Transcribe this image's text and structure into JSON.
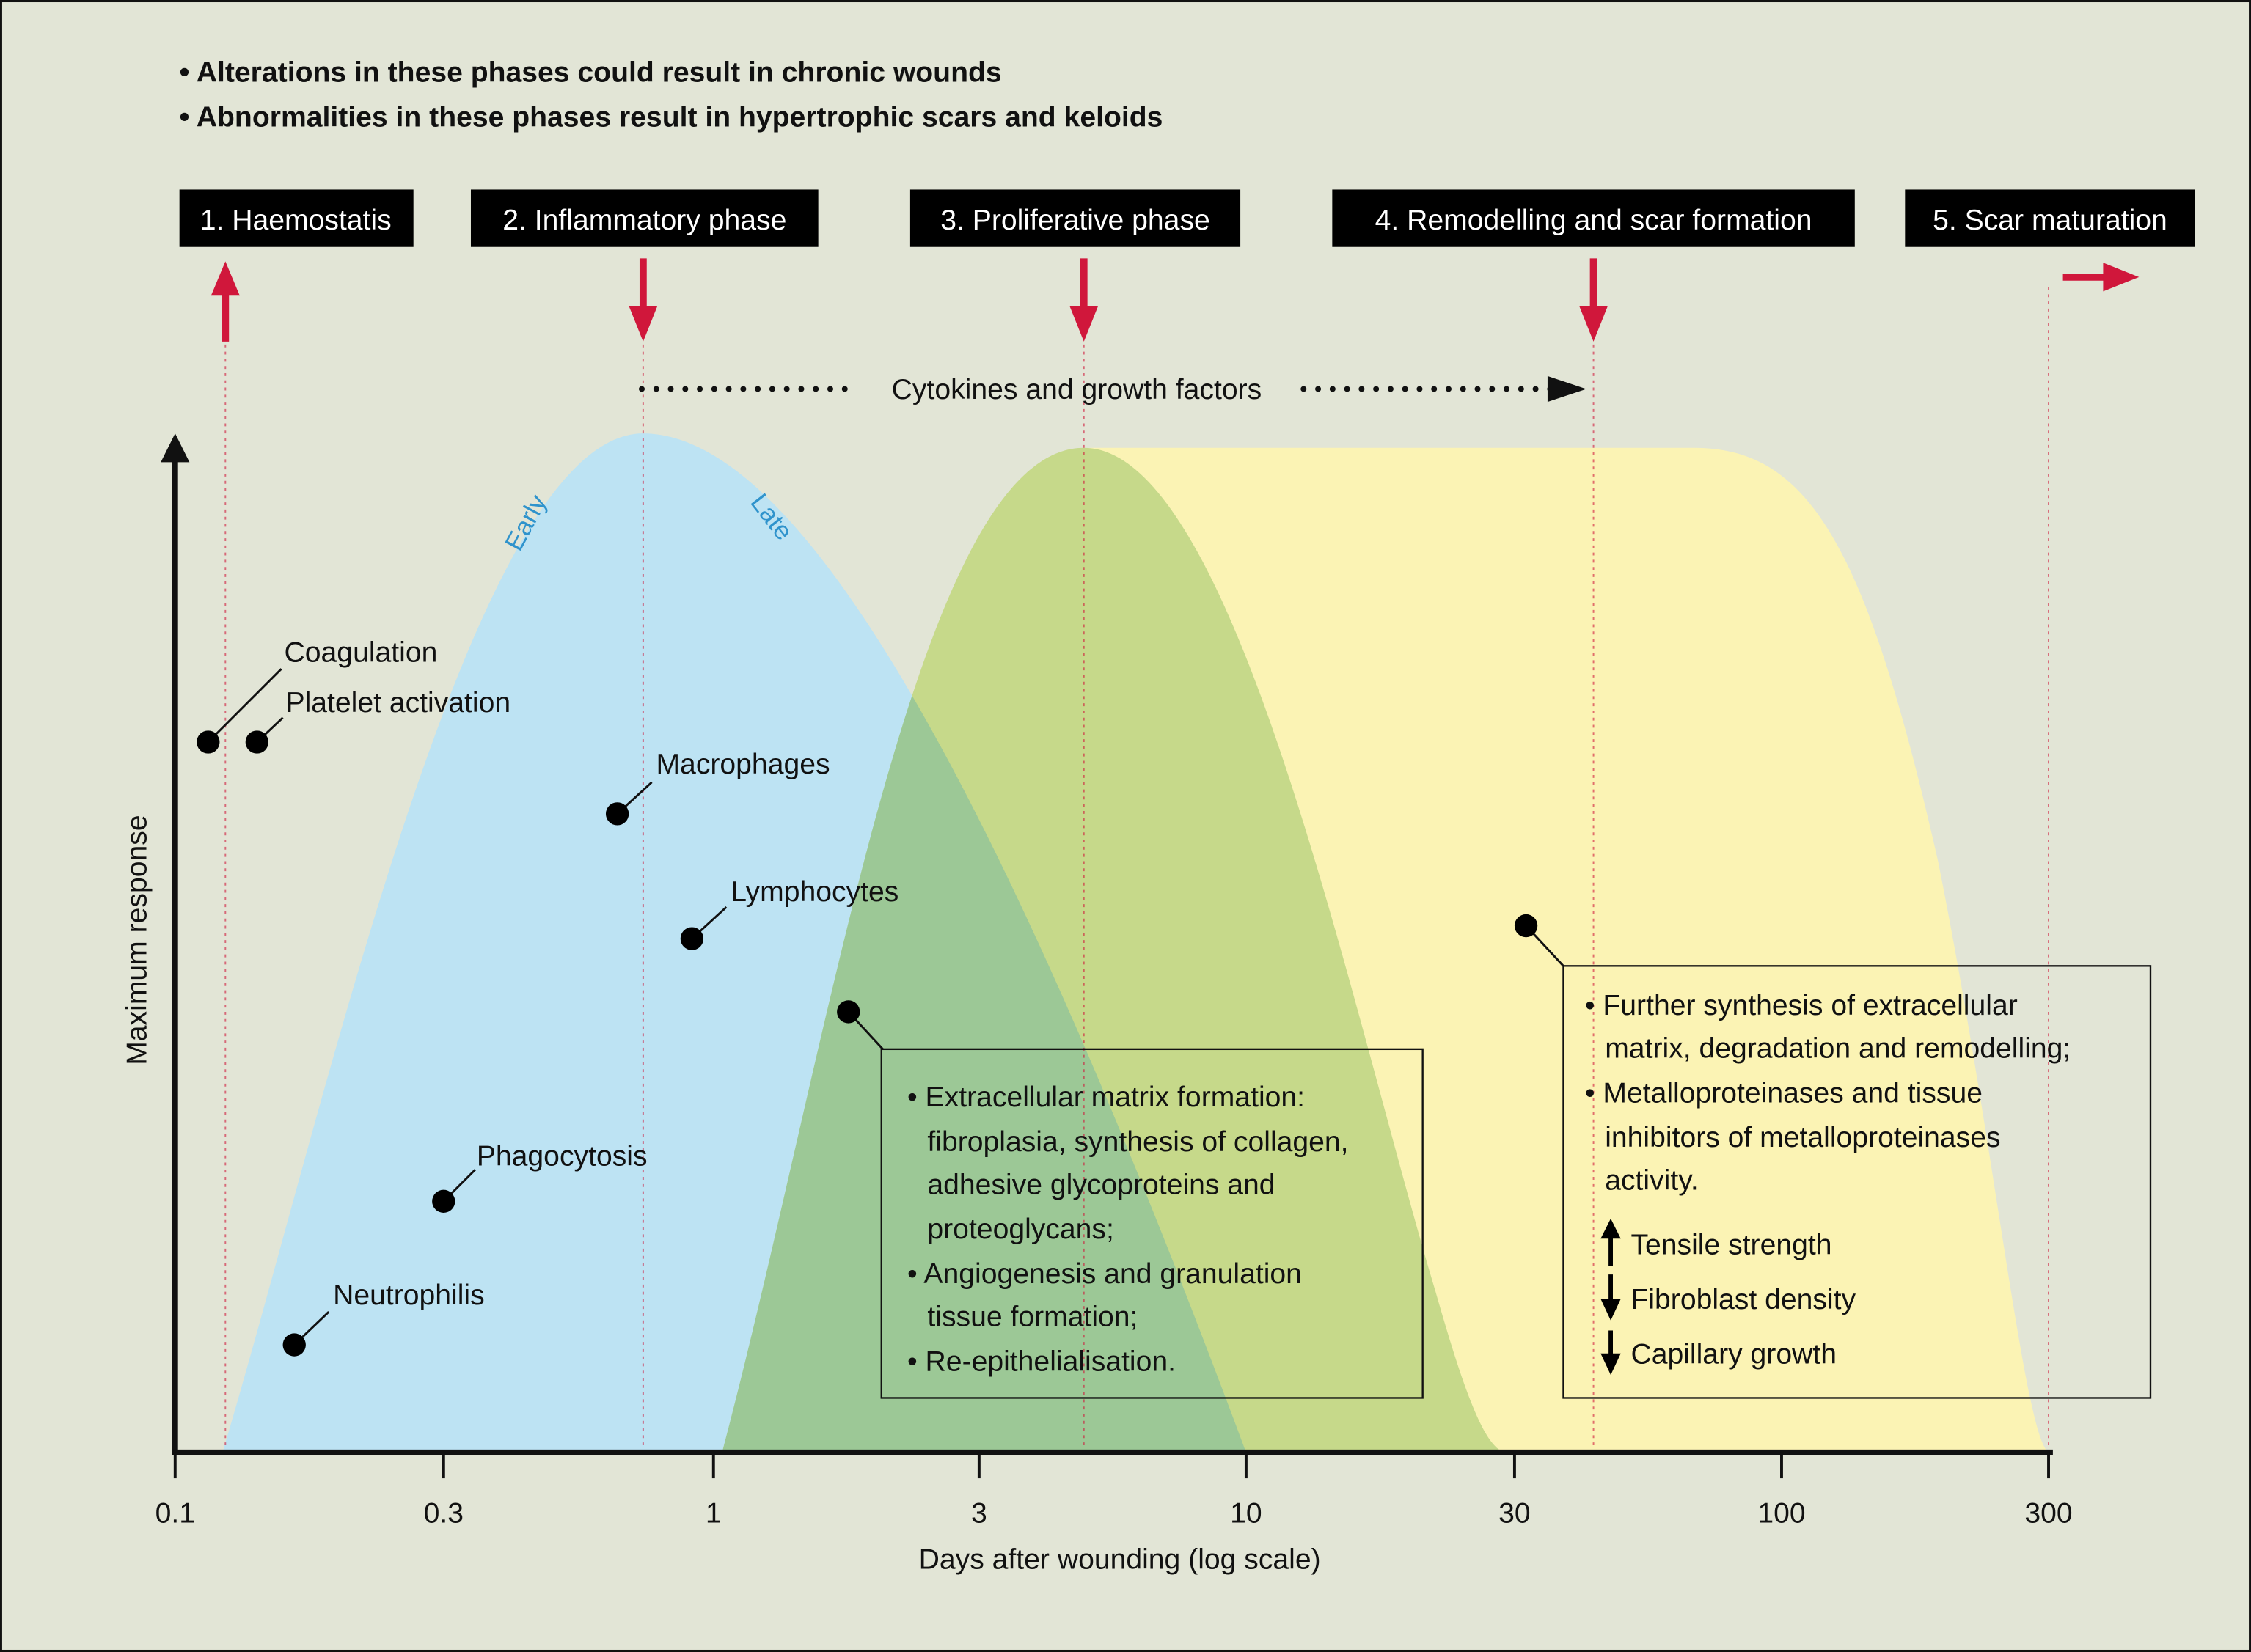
{
  "notes": [
    "• Alterations in these phases could result in chronic wounds",
    "• Abnormalities in these phases result in hypertrophic scars and keloids"
  ],
  "phases": [
    "1. Haemostatis",
    "2. Inflammatory phase",
    "3. Proliferative phase",
    "4. Remodelling and scar formation",
    "5. Scar maturation"
  ],
  "cytokines_label": "Cytokines and growth factors",
  "early_label": "Early",
  "late_label": "Late",
  "events": {
    "coagulation": "Coagulation",
    "platelet": "Platelet activation",
    "macrophages": "Macrophages",
    "lymphocytes": "Lymphocytes",
    "phagocytosis": "Phagocytosis",
    "neutrophilis": "Neutrophilis"
  },
  "proliferative_box": [
    "• Extracellular matrix formation:",
    "fibroplasia, synthesis of collagen,",
    "adhesive glycoproteins and",
    "proteoglycans;",
    "• Angiogenesis and granulation",
    "tissue formation;",
    "• Re-epithelialisation."
  ],
  "remodelling_box": [
    "• Further synthesis of extracellular",
    "matrix, degradation and remodelling;",
    "• Metalloproteinases and tissue",
    "inhibitors of metalloproteinases",
    "activity."
  ],
  "trends": [
    {
      "direction": "up",
      "label": "Tensile strength"
    },
    {
      "direction": "down",
      "label": "Fibroblast density"
    },
    {
      "direction": "down",
      "label": "Capillary growth"
    }
  ],
  "colors": {
    "background": "#e2e5d6",
    "inflammatory": "#bde3f3",
    "proliferative": "#c6d98a",
    "overlap": "#9cc896",
    "remodelling": "#fbf3b4",
    "arrow": "#d0173b"
  },
  "chart_data": {
    "type": "area",
    "xlabel": "Days after wounding (log scale)",
    "ylabel": "Maximum response",
    "xscale": "log",
    "xlim": [
      0.1,
      300
    ],
    "x_ticks": [
      "0.1",
      "0.3",
      "1",
      "3",
      "10",
      "30",
      "100",
      "300"
    ],
    "series": [
      {
        "name": "Inflammatory phase",
        "start": 0.125,
        "peak": 0.7,
        "end": 10
      },
      {
        "name": "Proliferative phase",
        "start": 1.05,
        "peak": 4.6,
        "end": 30
      },
      {
        "name": "Remodelling and scar formation",
        "plateau_from": 4.6,
        "plateau_to": 100,
        "end": 300
      }
    ],
    "phase_markers_days": [
      0.12,
      0.7,
      4.6,
      45,
      300
    ]
  }
}
